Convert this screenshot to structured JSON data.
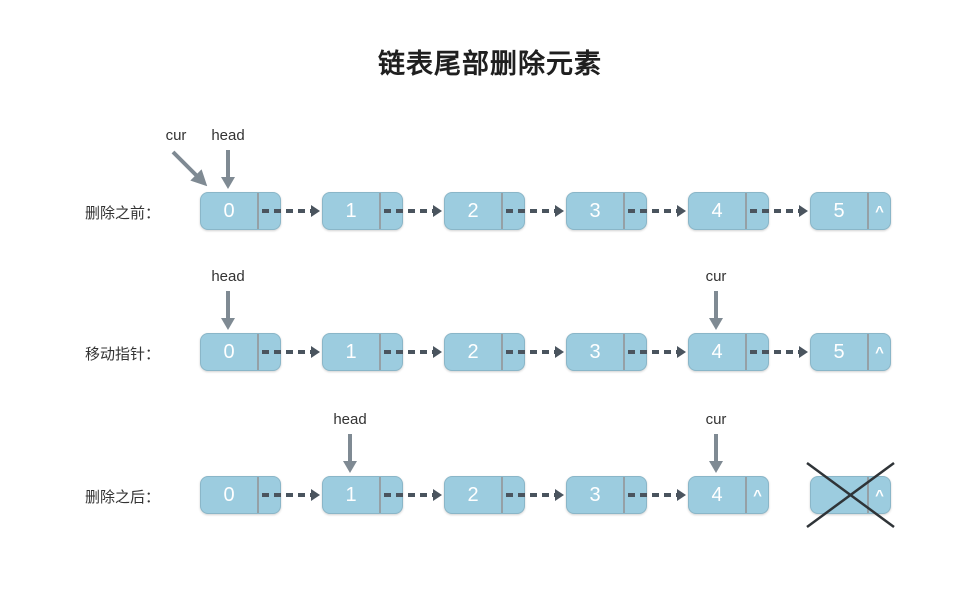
{
  "title": "链表尾部删除元素",
  "rows": [
    {
      "label": "删除之前：",
      "nodes": [
        {
          "value": "0"
        },
        {
          "value": "1"
        },
        {
          "value": "2"
        },
        {
          "value": "3"
        },
        {
          "value": "4"
        },
        {
          "value": "5",
          "next": "^"
        }
      ],
      "pointers": [
        {
          "label": "cur",
          "node": 0,
          "style": "diagonal"
        },
        {
          "label": "head",
          "node": 0,
          "style": "down"
        }
      ]
    },
    {
      "label": "移动指针：",
      "nodes": [
        {
          "value": "0"
        },
        {
          "value": "1"
        },
        {
          "value": "2"
        },
        {
          "value": "3"
        },
        {
          "value": "4"
        },
        {
          "value": "5",
          "next": "^"
        }
      ],
      "pointers": [
        {
          "label": "head",
          "node": 0,
          "style": "down"
        },
        {
          "label": "cur",
          "node": 4,
          "style": "down"
        }
      ]
    },
    {
      "label": "删除之后：",
      "nodes": [
        {
          "value": "0"
        },
        {
          "value": "1"
        },
        {
          "value": "2"
        },
        {
          "value": "3"
        },
        {
          "value": "4",
          "next": "^"
        },
        {
          "value": "",
          "next": "^",
          "crossed": true,
          "detached": true
        }
      ],
      "pointers": [
        {
          "label": "head",
          "node": 1,
          "style": "down"
        },
        {
          "label": "cur",
          "node": 4,
          "style": "down"
        }
      ]
    }
  ],
  "colors": {
    "node_fill": "#9cccdf",
    "node_border": "#8ab6c8",
    "node_text": "#ffffff",
    "divider": "#95a0a6",
    "link_arrow": "#4a545e",
    "pointer_arrow": "#7f8a93",
    "label_text": "#333333",
    "cross": "#2f3438",
    "title_text": "#1f1f1f"
  }
}
